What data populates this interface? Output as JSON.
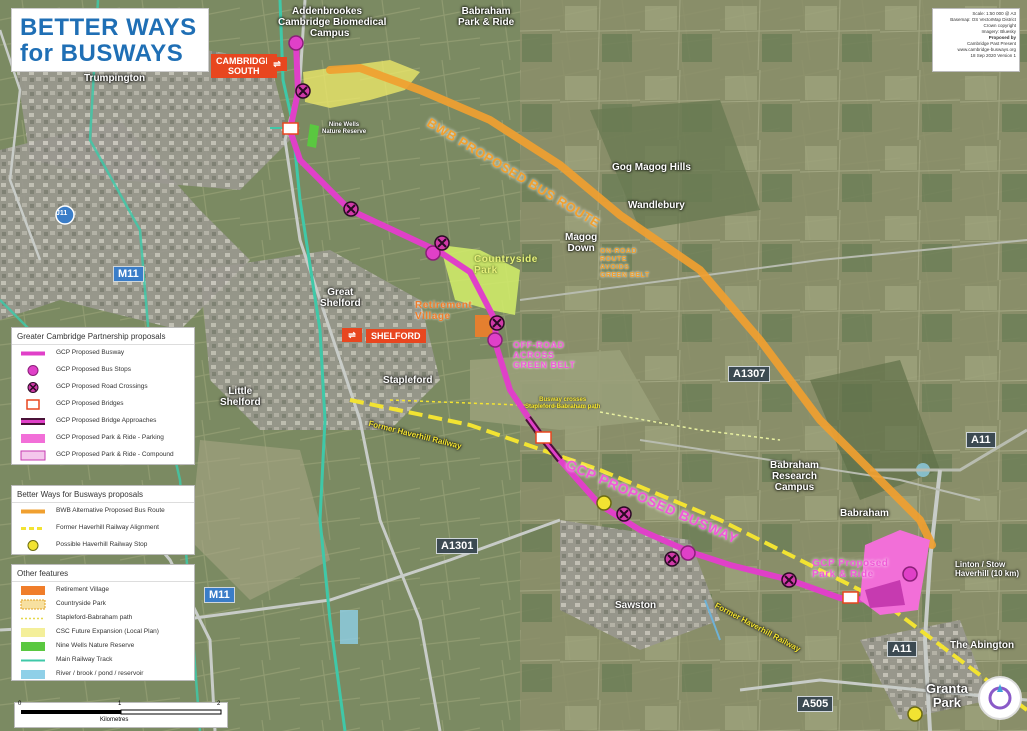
{
  "title": {
    "line1": "BETTER WAYS",
    "line2": "for BUSWAYS"
  },
  "info_box": {
    "lines": [
      "Scale: 1:50 000 @ A3",
      "Basemap: OS VectorMap District",
      "Crown copyright",
      "Imagery: Bluesky",
      "Proposed by",
      "Cambridge Past Present",
      "www.cambridge-busways.org",
      "18 Sep 2020 Version 1"
    ]
  },
  "places": {
    "addenbrookes": "Addenbrookes",
    "biomedical": "Cambridge Biomedical",
    "campus": "Campus",
    "babraham_pr": "Babraham\nPark & Ride",
    "trumpington": "Trumpington",
    "nine_wells": "Nine Wells\nNature Reserve",
    "gog_magog": "Gog Magog Hills",
    "wandlebury": "Wandlebury",
    "magog_down": "Magog\nDown",
    "great_shelford": "Great\nShelford",
    "stapleford": "Stapleford",
    "little_shelford": "Little\nShelford",
    "babraham_research": "Babraham\nResearch\nCampus",
    "babraham": "Babraham",
    "sawston": "Sawston",
    "linton": "Linton / Stow\nHaverhill (10 km)",
    "abington": "The Abington",
    "granta_park": "Granta\nPark",
    "countryside_park": "Countryside\nPark",
    "retirement_village": "Retirement\nVillage",
    "off_road": "OFF-ROAD\nACROSS\nGREEN BELT",
    "busway_crossing": "Busway crosses\nStapleford-Babraham path",
    "road_route": "ON-ROAD\nROUTE\nAVOIDS\nGREEN BELT"
  },
  "stations": {
    "cambridge_south": "CAMBRIDGE\nSOUTH",
    "shelford": "SHELFORD"
  },
  "roads": {
    "a1307": "A1307",
    "a1301": "A1301",
    "a11_top": "A11",
    "a11_bottom": "A11",
    "a505": "A505",
    "m11_top": "M11",
    "m11_bottom": "M11",
    "j11": "J11"
  },
  "route_labels": {
    "bwb_route": "BWB PROPOSED BUS ROUTE",
    "gcp_busway": "GCP PROPOSED BUSWAY",
    "gcp_park_ride": "GCP Proposed\nPark & Ride",
    "former_railway": "Former Haverhill Railway",
    "former_railway_2": "Former Haverhill Railway"
  },
  "legend": {
    "gcp_header": "Greater Cambridge Partnership proposals",
    "gcp_items": [
      "GCP Proposed Busway",
      "GCP Proposed Bus Stops",
      "GCP Proposed Road Crossings",
      "GCP Proposed Bridges",
      "GCP Proposed Bridge Approaches",
      "GCP Proposed Park & Ride - Parking",
      "GCP Proposed Park & Ride - Compound"
    ],
    "bwb_header": "Better Ways for Busways proposals",
    "bwb_items": [
      "BWB Alternative Proposed Bus Route",
      "Former Haverhill Railway Alignment",
      "Possible Haverhill Railway Stop"
    ],
    "other_header": "Other features",
    "other_items": [
      "Retirement Village",
      "Countryside Park",
      "Stapleford-Babraham path",
      "CSC Future Expansion (Local Plan)",
      "Nine Wells Nature Reserve",
      "Main Railway Track",
      "River / brook / pond / reservoir"
    ]
  },
  "scale": {
    "ticks": [
      "0",
      "1",
      "2"
    ],
    "unit": "Kilometres"
  },
  "colors": {
    "busway": "#e040c8",
    "bwb_route": "#f0a030",
    "railway_former": "#f2e332",
    "main_rail": "#3fc8a8",
    "bridge": "#e8461f",
    "title": "#1f6fb5"
  },
  "icons": {
    "station": "rail-station-icon",
    "compass": "north-arrow-icon"
  }
}
